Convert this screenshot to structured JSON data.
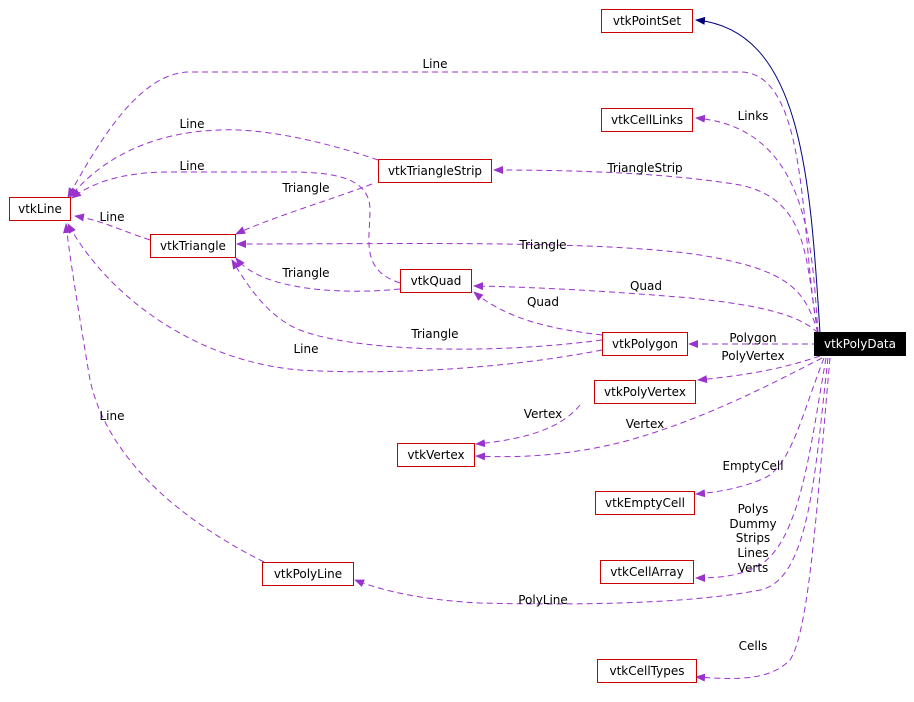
{
  "colors": {
    "node_border": "#cc0000",
    "usage_edge": "#9933cc",
    "inheritance_edge": "#000080",
    "root_fill": "#000000",
    "root_text": "#ffffff"
  },
  "nodes": {
    "vtkPointSet": "vtkPointSet",
    "vtkCellLinks": "vtkCellLinks",
    "vtkTriangleStrip": "vtkTriangleStrip",
    "vtkLine": "vtkLine",
    "vtkTriangle": "vtkTriangle",
    "vtkQuad": "vtkQuad",
    "vtkPolygon": "vtkPolygon",
    "vtkPolyData": "vtkPolyData",
    "vtkPolyVertex": "vtkPolyVertex",
    "vtkVertex": "vtkVertex",
    "vtkEmptyCell": "vtkEmptyCell",
    "vtkCellArray": "vtkCellArray",
    "vtkPolyLine": "vtkPolyLine",
    "vtkCellTypes": "vtkCellTypes"
  },
  "edge_labels": {
    "line_top": "Line",
    "links": "Links",
    "line_strip": "Line",
    "line_quad": "Line",
    "triangle_strip": "TriangleStrip",
    "triangle_from_strip": "Triangle",
    "line_triangle": "Line",
    "triangle_main": "Triangle",
    "triangle_quad": "Triangle",
    "quad_main": "Quad",
    "quad_polygon": "Quad",
    "triangle_polygon": "Triangle",
    "polygon": "Polygon",
    "line_polygon": "Line",
    "polyvertex": "PolyVertex",
    "line_polyline": "Line",
    "vertex_polyvertex": "Vertex",
    "vertex_main": "Vertex",
    "emptycell": "EmptyCell",
    "polys": "Polys",
    "dummy": "Dummy",
    "strips": "Strips",
    "lines": "Lines",
    "verts": "Verts",
    "polyline": "PolyLine",
    "cells": "Cells"
  }
}
